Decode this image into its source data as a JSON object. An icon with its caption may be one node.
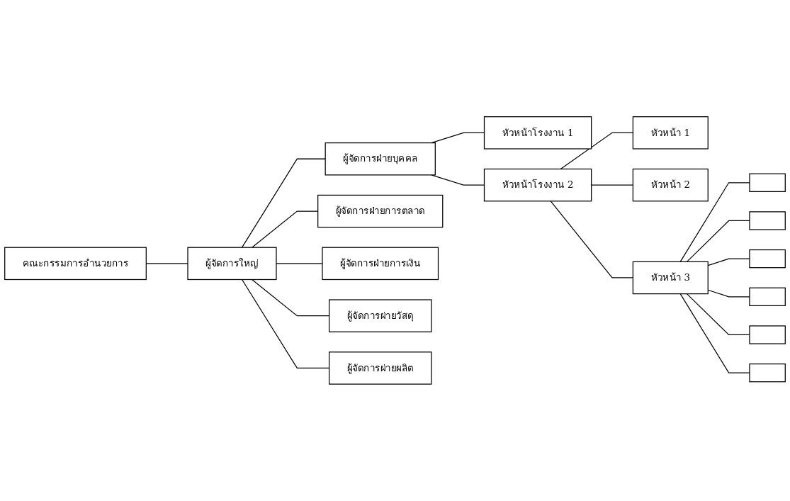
{
  "diagram": {
    "nodes": [
      {
        "text": [
          "คณะกรรมการอำนวยการ"
        ]
      },
      {
        "text": [
          "ผู้จัดการใหญ่"
        ]
      },
      {
        "text": [
          "ผู้จัดการฝ่ายบุคคล"
        ]
      },
      {
        "text": [
          "ผู้จัดการฝ่ายการตลาด"
        ]
      },
      {
        "text": [
          "ผู้จัดการฝ่ายการเงิน"
        ]
      },
      {
        "text": [
          "ผู้จัดการผ่ายวัสดุ"
        ]
      },
      {
        "text": [
          "ผู้จัดการผ่ายผลิต"
        ]
      },
      {
        "text": [
          "หัวหน้าโรงงาน 1"
        ]
      },
      {
        "text": [
          "หัวหน้าโรงงาน 2"
        ]
      },
      {
        "text": [
          "หัวหน้า 1"
        ]
      },
      {
        "text": [
          "หัวหน้า 2"
        ]
      },
      {
        "text": [
          "หัวหน้า 3"
        ]
      },
      {
        "text": [],
        "shape": "box"
      },
      {
        "text": [],
        "shape": "box"
      },
      {
        "text": [],
        "shape": "box"
      },
      {
        "text": [],
        "shape": "box"
      },
      {
        "text": [],
        "shape": "box"
      },
      {
        "text": [],
        "shape": "box"
      }
    ],
    "edges": [
      {
        "from": 0,
        "to": 1,
        "arrow": "none"
      },
      {
        "from": 1,
        "to": 2,
        "arrow": "none"
      },
      {
        "from": 1,
        "to": 3,
        "arrow": "none"
      },
      {
        "from": 1,
        "to": 4,
        "arrow": "none"
      },
      {
        "from": 1,
        "to": 5,
        "arrow": "none"
      },
      {
        "from": 1,
        "to": 6,
        "arrow": "none"
      },
      {
        "from": 2,
        "to": 7,
        "arrow": "none"
      },
      {
        "from": 2,
        "to": 8,
        "arrow": "none"
      },
      {
        "from": 8,
        "to": 9,
        "arrow": "none"
      },
      {
        "from": 8,
        "to": 10,
        "arrow": "none"
      },
      {
        "from": 8,
        "to": 11,
        "arrow": "none"
      },
      {
        "from": 11,
        "to": 12,
        "arrow": "none"
      },
      {
        "from": 11,
        "to": 13,
        "arrow": "none"
      },
      {
        "from": 11,
        "to": 14,
        "arrow": "none"
      },
      {
        "from": 11,
        "to": 15,
        "arrow": "none"
      },
      {
        "from": 11,
        "to": 16,
        "arrow": "none"
      },
      {
        "from": 11,
        "to": 17,
        "arrow": "none"
      }
    ]
  }
}
